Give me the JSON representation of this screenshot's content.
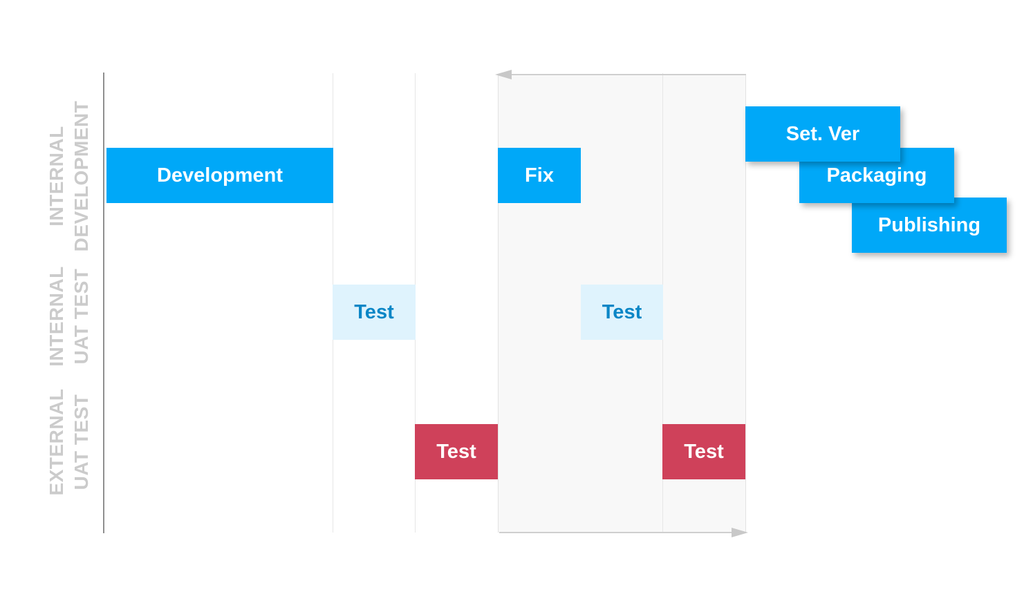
{
  "lanes": [
    {
      "line1": "INTERNAL",
      "line2": "DEVELOPMENT"
    },
    {
      "line1": "INTERNAL",
      "line2": "UAT TEST"
    },
    {
      "line1": "EXTERNAL",
      "line2": "UAT TEST"
    }
  ],
  "tasks": {
    "development": "Development",
    "fix": "Fix",
    "set_ver": "Set. Ver",
    "packaging": "Packaging",
    "publishing": "Publishing",
    "internal_test_1": "Test",
    "internal_test_2": "Test",
    "external_test_1": "Test",
    "external_test_2": "Test"
  },
  "colors": {
    "development_blue": "#00a8f8",
    "internal_test_fill": "#dff3fd",
    "internal_test_text": "#0a86c6",
    "external_test_red": "#cf415a",
    "lane_label_gray": "#cbcbcb"
  }
}
